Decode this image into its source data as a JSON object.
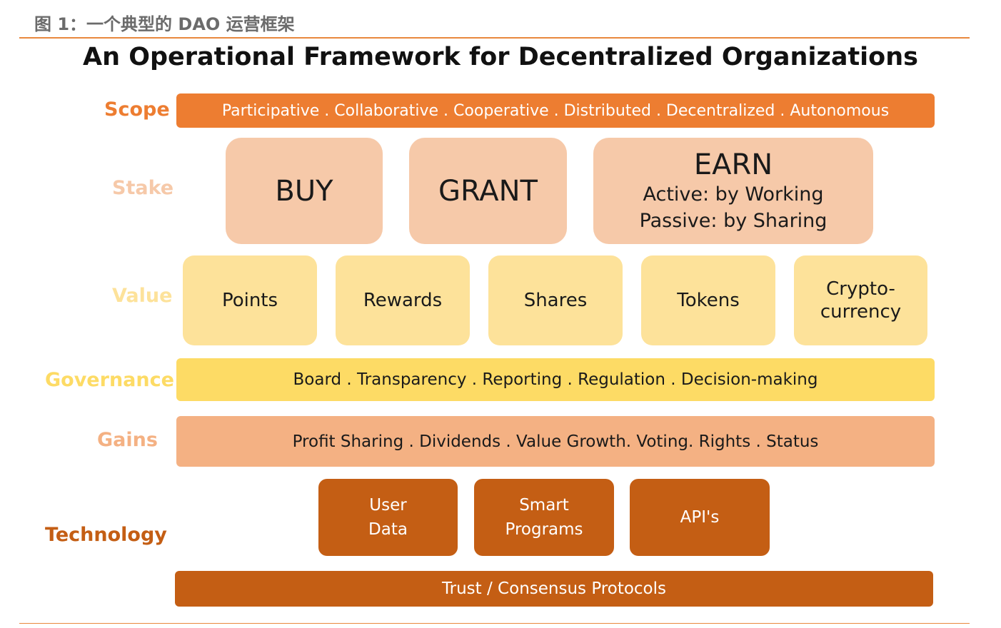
{
  "caption": "图 1：一个典型的 DAO 运营框架",
  "title": "An Operational Framework for Decentralized Organizations",
  "labels": {
    "scope": "Scope",
    "stake": "Stake",
    "value": "Value",
    "governance": "Governance",
    "gains": "Gains",
    "technology": "Technology"
  },
  "scope_bar": "Participative . Collaborative . Cooperative . Distributed . Decentralized . Autonomous",
  "stake": {
    "buy": "BUY",
    "grant": "GRANT",
    "earn_title": "EARN",
    "earn_line1": "Active: by Working",
    "earn_line2": "Passive: by Sharing"
  },
  "value": {
    "points": "Points",
    "rewards": "Rewards",
    "shares": "Shares",
    "tokens": "Tokens",
    "crypto_line1": "Crypto-",
    "crypto_line2": "currency"
  },
  "governance_bar": "Board . Transparency . Reporting . Regulation . Decision-making",
  "gains_bar": "Profit Sharing . Dividends . Value Growth. Voting. Rights . Status",
  "technology": {
    "user_line1": "User",
    "user_line2": "Data",
    "smart_line1": "Smart",
    "smart_line2": "Programs",
    "apis": "API's"
  },
  "trust_bar": "Trust / Consensus Protocols",
  "colors": {
    "scope": "#ed7d31",
    "stake": "#f6c9a9",
    "value": "#fde29a",
    "governance": "#fddb65",
    "gains": "#f4b183",
    "technology": "#c45e14",
    "rule": "#e9883e"
  }
}
